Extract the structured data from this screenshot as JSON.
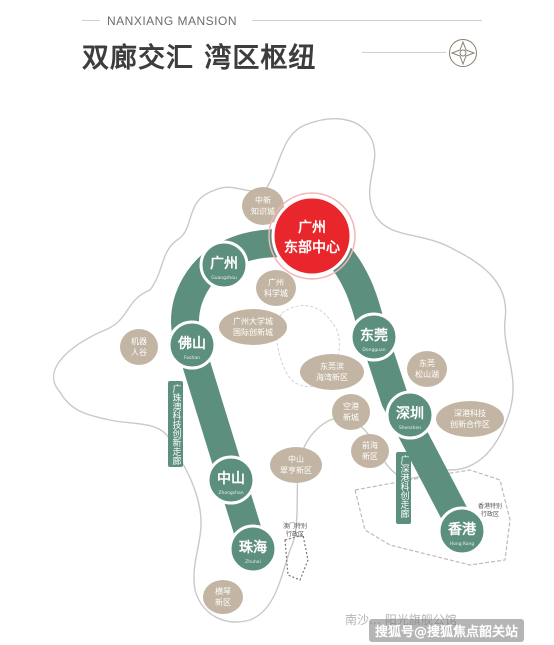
{
  "header": {
    "brand": "NANXIANG MANSION",
    "title": "双廊交汇 湾区枢纽"
  },
  "colors": {
    "corridor": "#5d8f7f",
    "node_fill": "#5d8f7f",
    "hub_red": "#e8262b",
    "district_fill": "#c3b5a3",
    "land_outline": "#c9c9c9"
  },
  "hub": {
    "line1": "广州",
    "line2": "东部中心"
  },
  "cities": [
    {
      "id": "guangzhou",
      "name": "广州",
      "pinyin": "Guangzhou"
    },
    {
      "id": "foshan",
      "name": "佛山",
      "pinyin": "Foshan"
    },
    {
      "id": "zhongshan",
      "name": "中山",
      "pinyin": "Zhongshan"
    },
    {
      "id": "zhuhai",
      "name": "珠海",
      "pinyin": "Zhuhai"
    },
    {
      "id": "dongguan",
      "name": "东莞",
      "pinyin": "Dongguan"
    },
    {
      "id": "shenzhen",
      "name": "深圳",
      "pinyin": "Shenzhen"
    },
    {
      "id": "hongkong",
      "name": "香港",
      "pinyin": "Hong Kong"
    }
  ],
  "districts": [
    {
      "id": "zhongxin",
      "lines": [
        "中新",
        "知识城"
      ]
    },
    {
      "id": "kexuecheng",
      "lines": [
        "广州",
        "科学城"
      ]
    },
    {
      "id": "daxuecheng",
      "lines": [
        "广州大学城",
        "国际创新城"
      ]
    },
    {
      "id": "jiqiaoren",
      "lines": [
        "机器",
        "人谷"
      ]
    },
    {
      "id": "dongguanbinhai",
      "lines": [
        "东莞滨",
        "海湾新区"
      ]
    },
    {
      "id": "songshanhu",
      "lines": [
        "东莞",
        "松山湖"
      ]
    },
    {
      "id": "konggang",
      "lines": [
        "空港",
        "新城"
      ]
    },
    {
      "id": "hetao",
      "lines": [
        "深港科技",
        "创新合作区"
      ]
    },
    {
      "id": "qianhai",
      "lines": [
        "前海",
        "新区"
      ]
    },
    {
      "id": "cuiheng",
      "lines": [
        "中山",
        "翠亨新区"
      ]
    },
    {
      "id": "hengqin",
      "lines": [
        "横琴",
        "新区"
      ]
    }
  ],
  "corridors": {
    "west": "广珠澳科技创新走廊",
    "east": "广深港科创走廊"
  },
  "sars": {
    "macau": [
      "澳门特别",
      "行政区"
    ],
    "hongkong": [
      "香港特别",
      "行政区"
    ]
  },
  "watermark": {
    "faint": "南沙… 阳光旗舰公馆",
    "main": "搜狐号@搜狐焦点韶关站"
  }
}
